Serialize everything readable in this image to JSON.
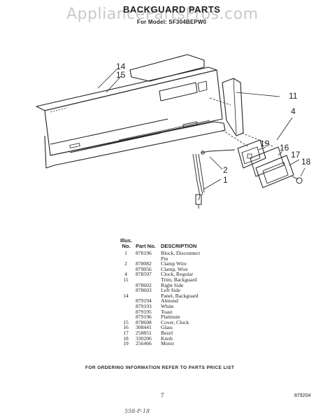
{
  "watermark": "AppliancePartsPros.com",
  "title": "BACKGUARD PARTS",
  "subtitle": "For Model: SF304BEPW0",
  "callouts": {
    "c14": "14",
    "c15": "15",
    "c11": "11",
    "c4": "4",
    "c19": "19",
    "c16": "16",
    "c17": "17",
    "c18": "18",
    "c2": "2",
    "c1": "1"
  },
  "table": {
    "header_illus": "Illus. No.",
    "header_part": "Part No.",
    "header_desc": "DESCRIPTION",
    "rows": [
      {
        "illus": "1",
        "part": "878196",
        "desc": "Block, Disconnect"
      },
      {
        "illus": "",
        "part": "",
        "desc": "Pin"
      },
      {
        "illus": "2",
        "part": "878082",
        "desc": "Clamp Wire"
      },
      {
        "illus": "",
        "part": "879056",
        "desc": "Clamp, Wire"
      },
      {
        "illus": "4",
        "part": "878597",
        "desc": "Clock, Regular"
      },
      {
        "illus": "11",
        "part": "",
        "desc": "Trim, Backguard"
      },
      {
        "illus": "",
        "part": "878602",
        "desc": "Right Side"
      },
      {
        "illus": "",
        "part": "878603",
        "desc": "Left Side"
      },
      {
        "illus": "14",
        "part": "",
        "desc": "Panel, Backguard"
      },
      {
        "illus": "",
        "part": "879194",
        "desc": "Almond"
      },
      {
        "illus": "",
        "part": "879193",
        "desc": "White"
      },
      {
        "illus": "",
        "part": "879195",
        "desc": "Toast"
      },
      {
        "illus": "",
        "part": "879196",
        "desc": "Platinum"
      },
      {
        "illus": "15",
        "part": "878608",
        "desc": "Cover, Clock"
      },
      {
        "illus": "16",
        "part": "308441",
        "desc": "Glass"
      },
      {
        "illus": "17",
        "part": "258851",
        "desc": "Bezel"
      },
      {
        "illus": "18",
        "part": "330206",
        "desc": "Knob"
      },
      {
        "illus": "19",
        "part": "256466",
        "desc": "Motor"
      }
    ]
  },
  "footer": "FOR ORDERING INFORMATION REFER TO PARTS PRICE LIST",
  "page_number": "7",
  "doc_number": "879204",
  "handwritten_note": "558-F-18"
}
